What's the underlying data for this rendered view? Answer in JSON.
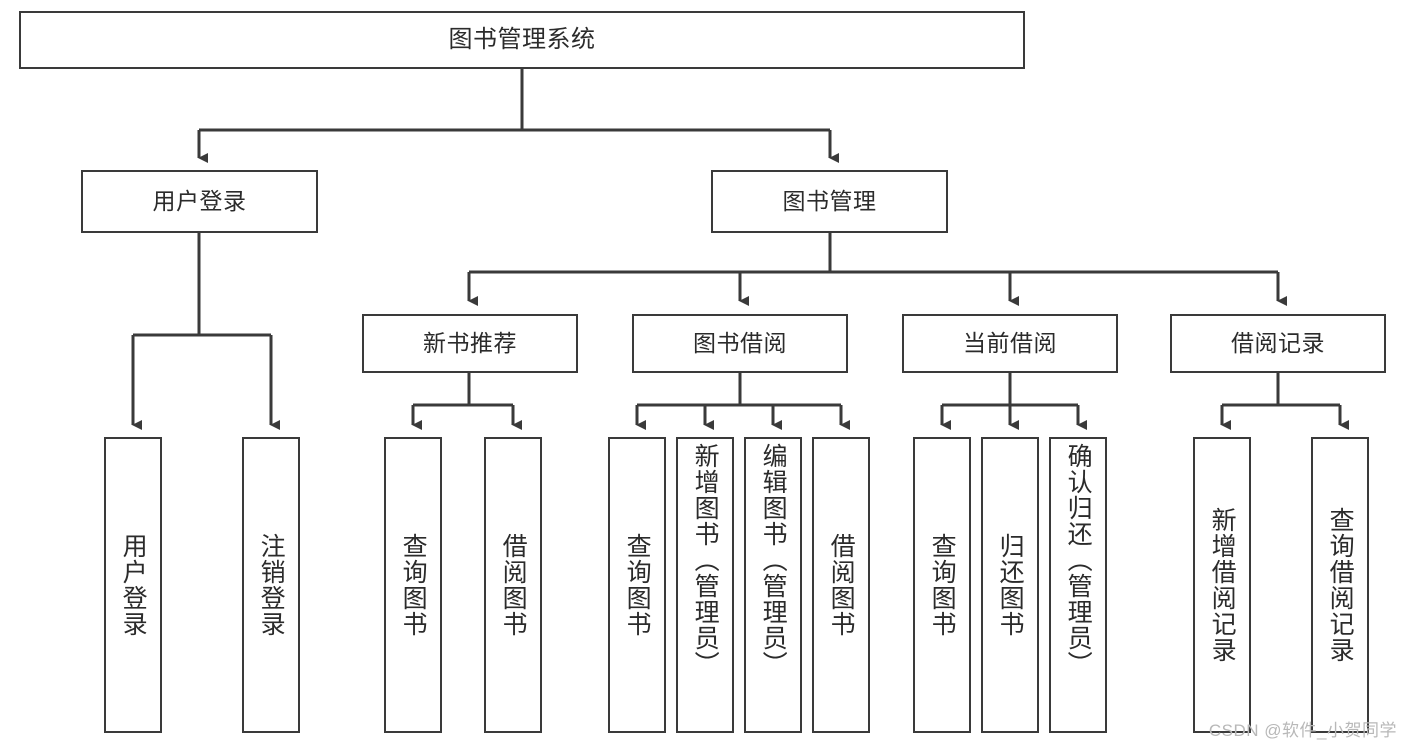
{
  "diagram": {
    "title": "图书管理系统",
    "watermark": "CSDN @软件_小贺同学",
    "colors": {
      "background": "#ffffff",
      "box_border": "#3a3a3a",
      "text": "#2b2b2b",
      "edge": "#3a3a3a",
      "watermark": "#b8b8b8"
    },
    "levels": {
      "root": "图书管理系统",
      "level2": [
        "用户登录",
        "图书管理"
      ],
      "level3": [
        "新书推荐",
        "图书借阅",
        "当前借阅",
        "借阅记录"
      ]
    },
    "nodes": {
      "root": "图书管理系统",
      "user_login": "用户登录",
      "book_manage": "图书管理",
      "new_book_rec": "新书推荐",
      "book_borrow": "图书借阅",
      "current_borrow": "当前借阅",
      "borrow_record": "借阅记录",
      "leaf_user_login": "用户登录",
      "leaf_logout_login": "注销登录",
      "leaf_query_book_1": "查询图书",
      "leaf_borrow_book_1": "借阅图书",
      "leaf_query_book_2": "查询图书",
      "leaf_add_book_admin": "新增图书（管理员）",
      "leaf_edit_book_admin": "编辑图书（管理员）",
      "leaf_borrow_book_2": "借阅图书",
      "leaf_query_book_3": "查询图书",
      "leaf_return_book": "归还图书",
      "leaf_confirm_return_admin": "确认归还（管理员）",
      "leaf_add_borrow_record": "新增借阅记录",
      "leaf_query_borrow_record": "查询借阅记录"
    }
  }
}
